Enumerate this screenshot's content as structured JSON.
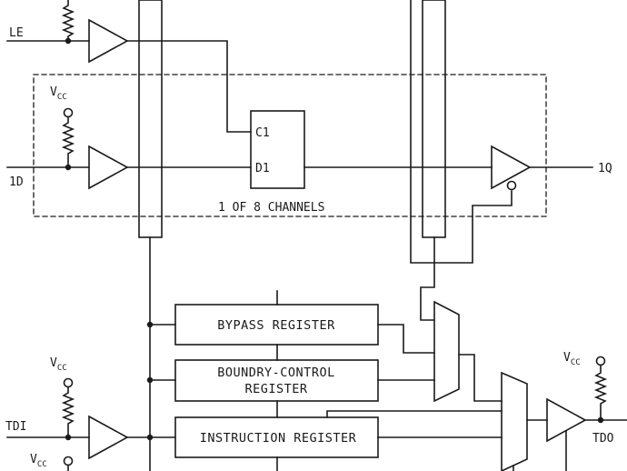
{
  "signals": {
    "le": "LE",
    "input_1d": "1D",
    "output_1q": "1Q",
    "tdi": "TDI",
    "tdo": "TDO"
  },
  "supply": {
    "label_main": "V",
    "label_sub": "CC"
  },
  "latch": {
    "c1": "C1",
    "d1": "D1"
  },
  "channel_caption": "1 OF 8 CHANNELS",
  "registers": {
    "bypass": "BYPASS REGISTER",
    "boundary_control_line1": "BOUNDRY-CONTROL",
    "boundary_control_line2": "REGISTER",
    "instruction": "INSTRUCTION REGISTER"
  },
  "colors": {
    "line": "#1a1a1a",
    "background": "#ffffff"
  }
}
